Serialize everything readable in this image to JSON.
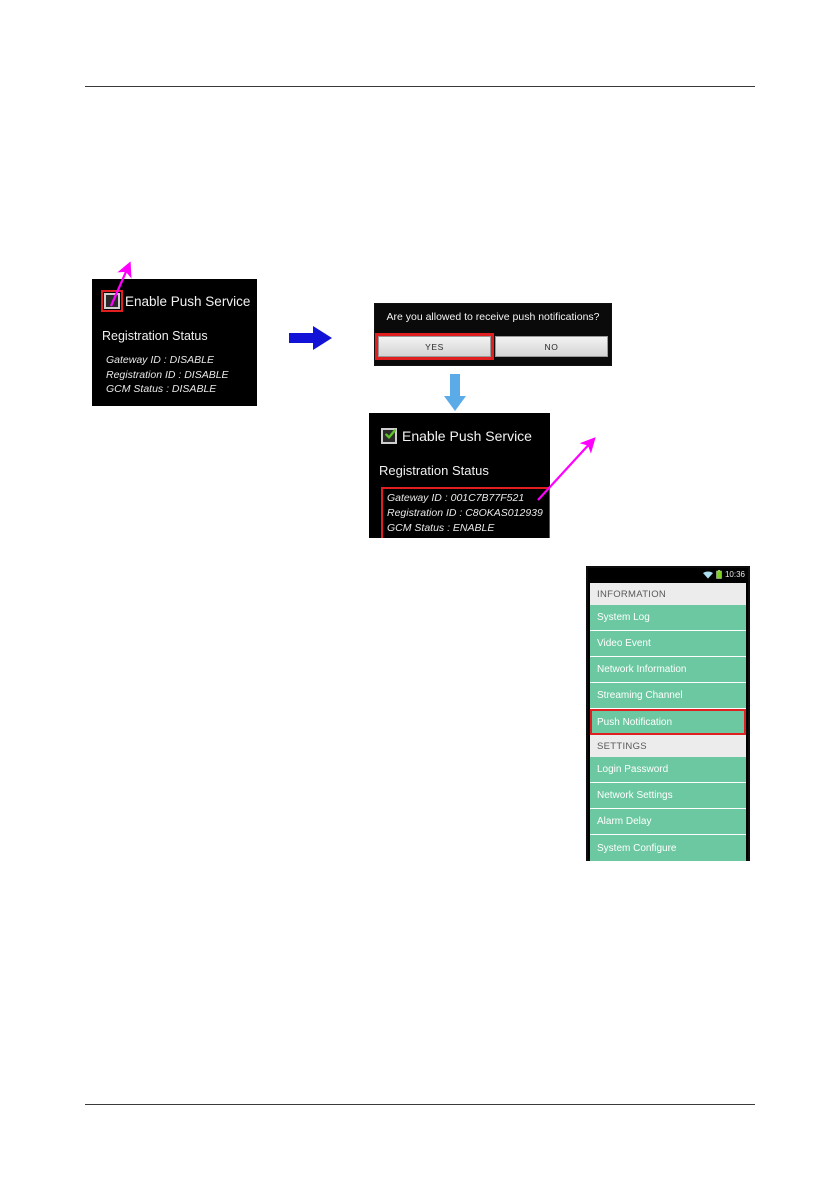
{
  "document": {
    "rules": [
      "top-rule",
      "bottom-rule"
    ]
  },
  "panel_disabled": {
    "checkbox_label": "Enable Push Service",
    "checkbox_checked": false,
    "section_title": "Registration Status",
    "status_lines": [
      "Gateway ID : DISABLE",
      "Registration ID : DISABLE",
      "GCM Status : DISABLE"
    ],
    "highlight_color": "#e02020",
    "callout_color": "#ff00ff"
  },
  "dialog": {
    "message": "Are you allowed to receive push notifications?",
    "buttons": [
      {
        "label": "YES",
        "highlighted": true
      },
      {
        "label": "NO",
        "highlighted": false
      }
    ],
    "highlight_color": "#e02020"
  },
  "panel_enabled": {
    "checkbox_label": "Enable Push Service",
    "checkbox_checked": true,
    "check_color": "#5ec12a",
    "section_title": "Registration Status",
    "status_lines": [
      "Gateway ID : 001C7B77F521",
      "Registration ID : C8OKAS012939",
      "GCM Status : ENABLE"
    ],
    "highlight_color": "#e02020",
    "callout_color": "#ff00ff"
  },
  "arrows": {
    "right_arrow_color": "#1313d8",
    "down_arrow_color": "#5aabe8",
    "callout_color": "#ff00ff"
  },
  "device": {
    "statusbar": {
      "clock": "10:36",
      "wifi_icon": "wifi-icon",
      "battery_icon": "battery-icon"
    },
    "menu": [
      {
        "type": "header",
        "label": "INFORMATION"
      },
      {
        "type": "item",
        "label": "System Log",
        "selected": false
      },
      {
        "type": "item",
        "label": "Video Event",
        "selected": false
      },
      {
        "type": "item",
        "label": "Network Information",
        "selected": false
      },
      {
        "type": "item",
        "label": "Streaming Channel",
        "selected": false
      },
      {
        "type": "item",
        "label": "Push Notification",
        "selected": true
      },
      {
        "type": "header",
        "label": "SETTINGS"
      },
      {
        "type": "item",
        "label": "Login Password",
        "selected": false
      },
      {
        "type": "item",
        "label": "Network Settings",
        "selected": false
      },
      {
        "type": "item",
        "label": "Alarm Delay",
        "selected": false
      },
      {
        "type": "item",
        "label": "System Configure",
        "selected": false
      }
    ],
    "accent_color": "#6cc8a0",
    "header_color": "#ececec",
    "selected_color": "#e02020"
  }
}
